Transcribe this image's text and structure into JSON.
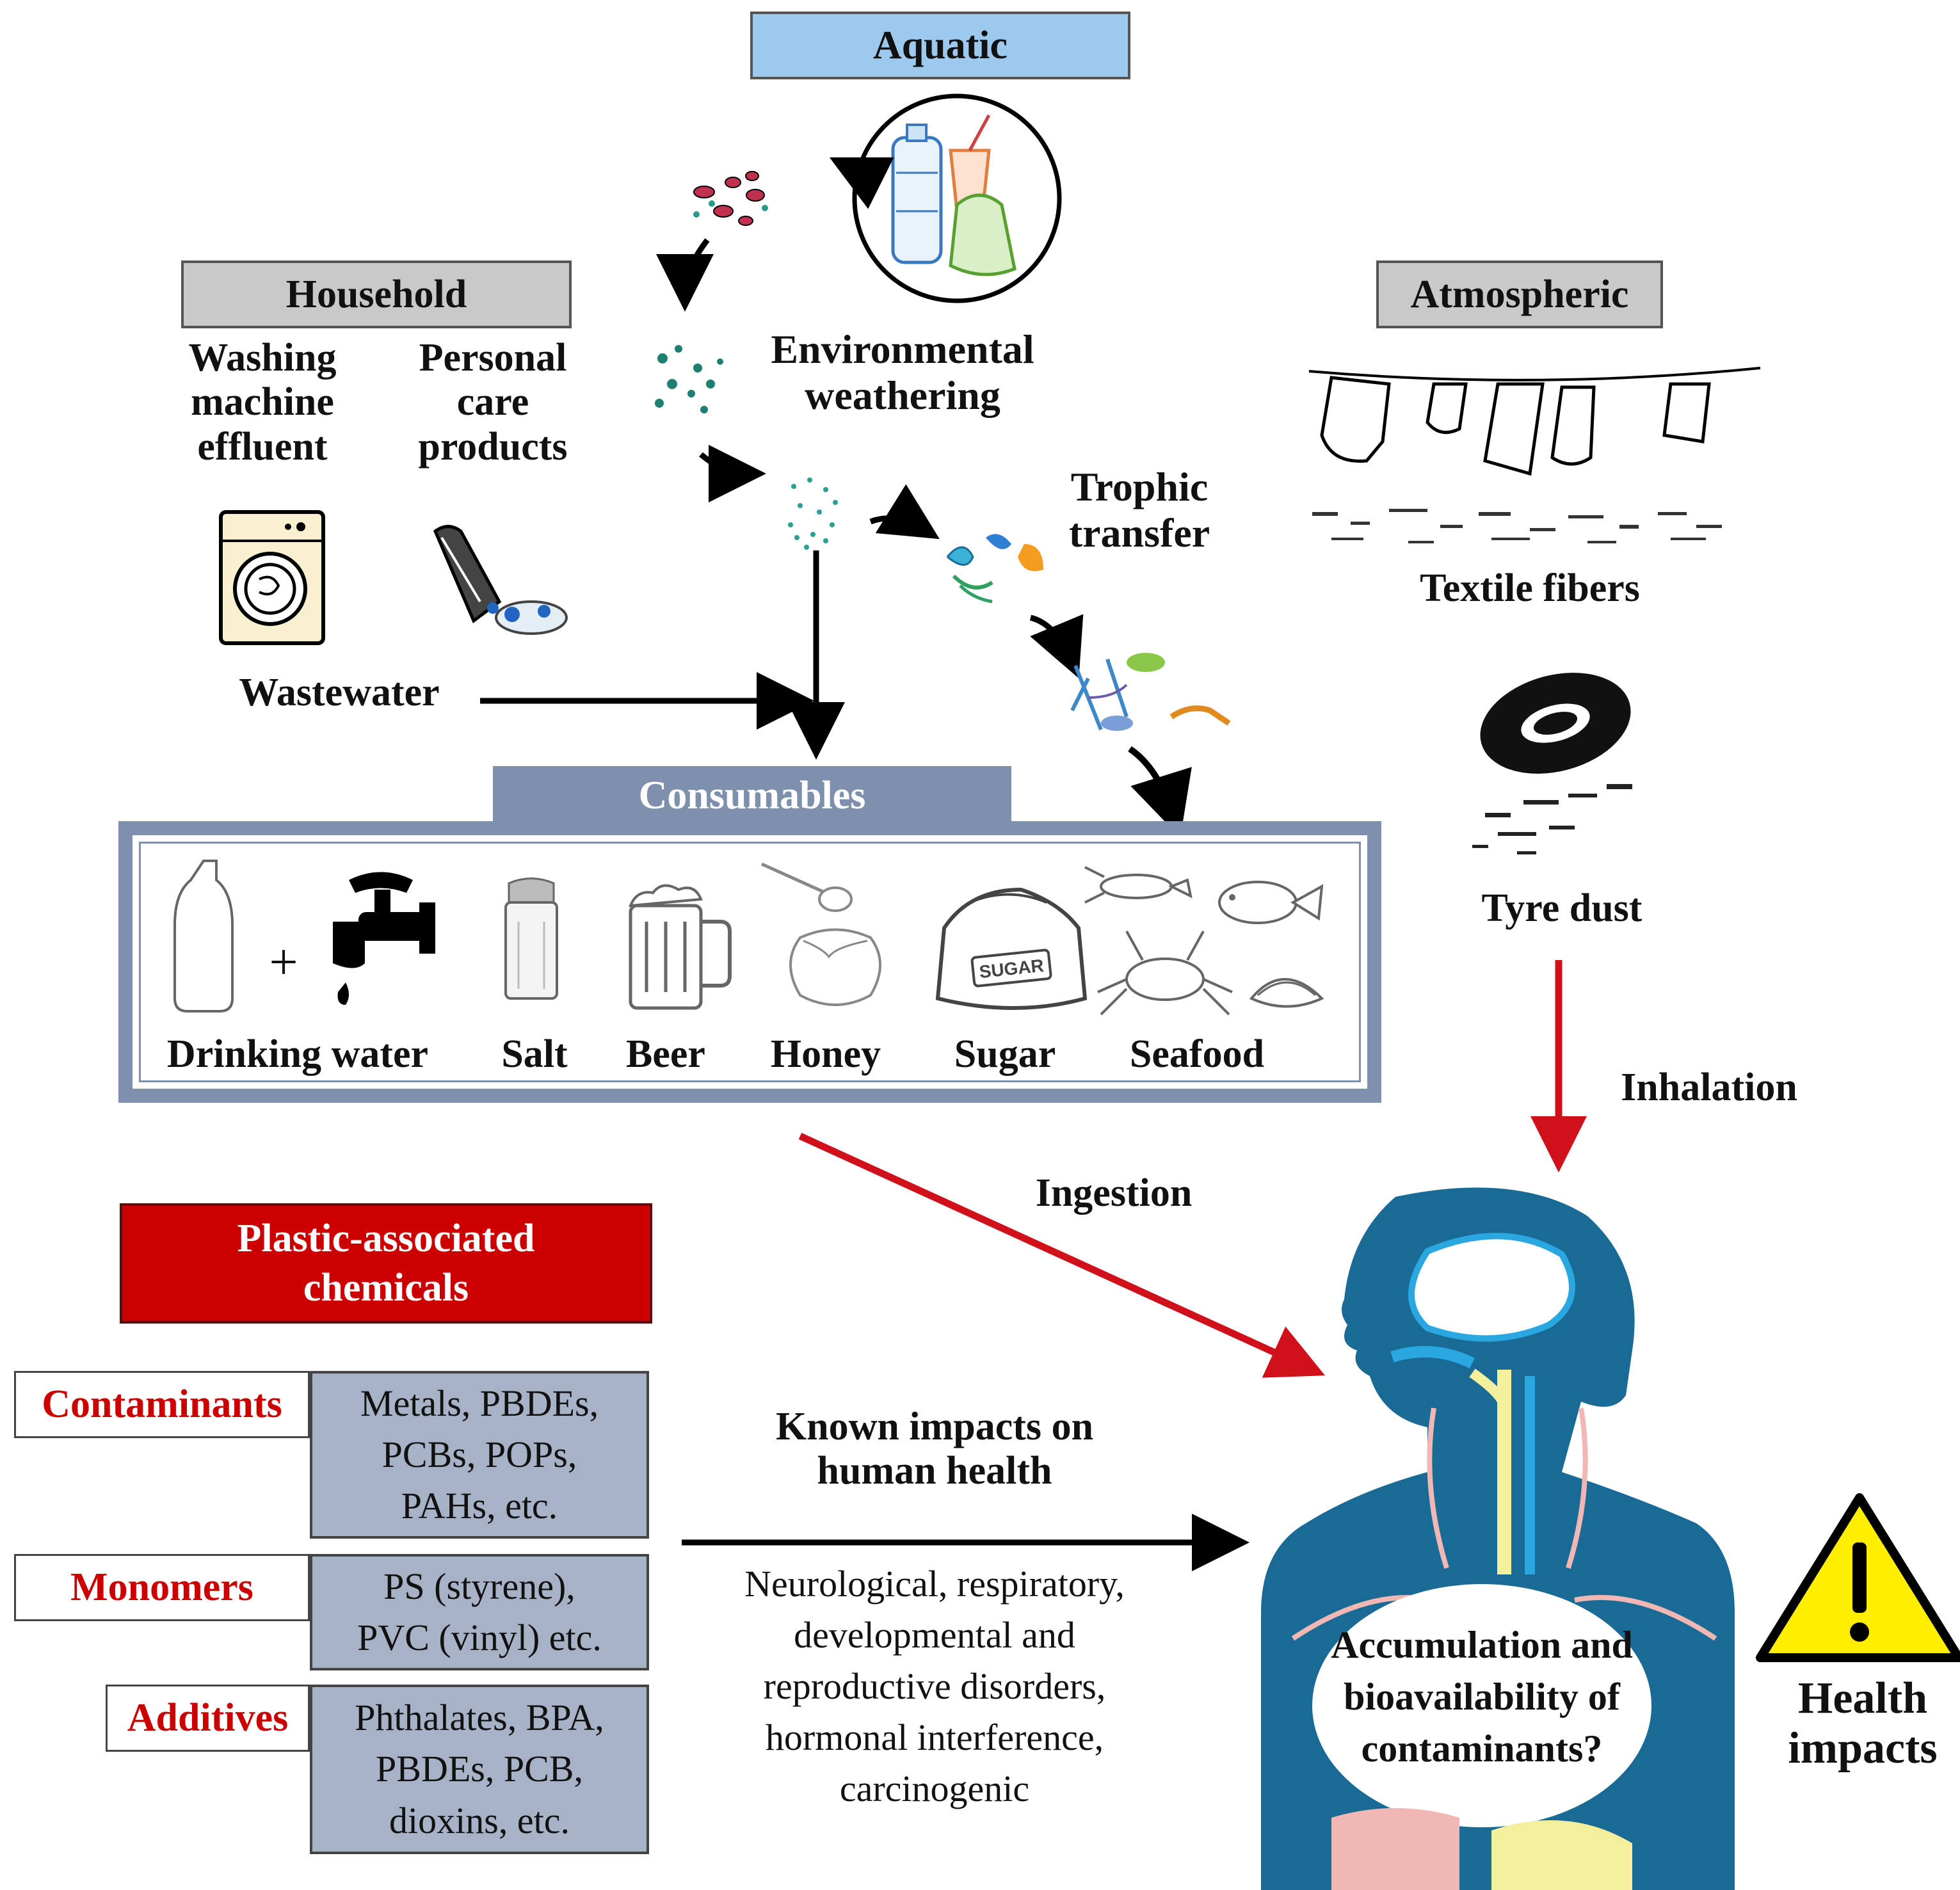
{
  "sources": {
    "aquatic": "Aquatic",
    "household": "Household",
    "atmospheric": "Atmospheric"
  },
  "household": {
    "washing": "Washing\nmachine\neffluent",
    "personal": "Personal\ncare\nproducts",
    "wastewater": "Wastewater"
  },
  "aquatic": {
    "weathering": "Environmental\nweathering",
    "trophic": "Trophic\ntransfer"
  },
  "atmospheric": {
    "textile": "Textile fibers",
    "tyre": "Tyre dust"
  },
  "consumables": {
    "title": "Consumables",
    "plus": "+",
    "items": [
      "Drinking water",
      "Salt",
      "Beer",
      "Honey",
      "Sugar",
      "Seafood"
    ],
    "sugar_bag_text": "SUGAR"
  },
  "pathways": {
    "ingestion": "Ingestion",
    "inhalation": "Inhalation"
  },
  "chemicals": {
    "title": "Plastic-associated\nchemicals",
    "groups": [
      {
        "name": "Contaminants",
        "list": "Metals, PBDEs,\nPCBs, POPs,\nPAHs, etc."
      },
      {
        "name": "Monomers",
        "list": "PS (styrene),\nPVC (vinyl) etc."
      },
      {
        "name": "Additives",
        "list": "Phthalates, BPA,\nPBDEs, PCB,\ndioxins, etc."
      }
    ]
  },
  "impacts": {
    "known_title": "Known impacts on\nhuman health",
    "known_list": "Neurological, respiratory,\ndevelopmental and\nreproductive disorders,\nhormonal interference,\ncarcinogenic",
    "accumulation": "Accumulation and\nbioavailability of\ncontaminants?",
    "health": "Health\nimpacts",
    "warning_mark": "!"
  },
  "colors": {
    "aquatic_box": "#9ec9ee",
    "grey_box": "#c9c9c9",
    "consumables_frame": "#7e90ad",
    "chem_red": "#cc0000",
    "chem_list_bg": "#a7b2c6",
    "body_blue": "#1a6a96",
    "arrow_red": "#d0101a",
    "warning_yellow": "#ffee00"
  }
}
